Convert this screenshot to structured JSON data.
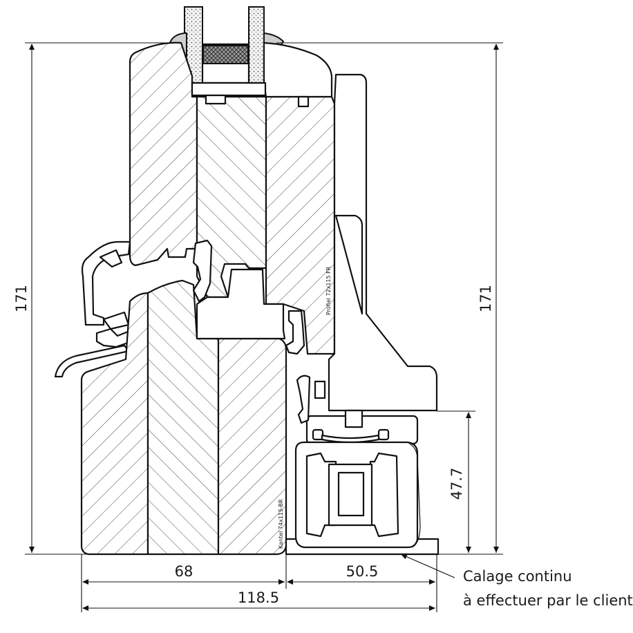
{
  "dimensions": {
    "height_left": "171",
    "height_right": "171",
    "drip_height": "47.7",
    "width_frame": "68",
    "width_sill": "50.5",
    "width_total": "118.5"
  },
  "labels": {
    "profile_upper": "Profiel 72x115 FR",
    "profile_lower": "Kantel 74x115-BR"
  },
  "note": {
    "line1": "Calage continu",
    "line2": "à effectuer par le client"
  }
}
